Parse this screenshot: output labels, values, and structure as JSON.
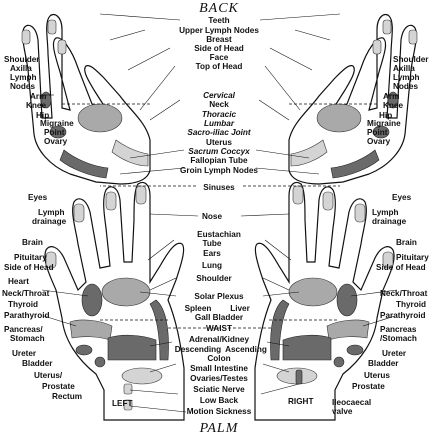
{
  "titles": {
    "back": "BACK",
    "palm": "PALM"
  },
  "back": {
    "center": [
      "Teeth",
      "Upper Lymph Nodes",
      "Breast",
      "Side of Head",
      "Face",
      "Top of Head",
      "Cervical",
      "Neck",
      "Thoracic",
      "Lumbar",
      "Sacro-iliac Joint",
      "Uterus",
      "Sacrum Coccyx",
      "Fallopian Tube",
      "Groin Lymph Nodes"
    ],
    "left": [
      "Shoulder",
      "Axilla",
      "Lymph",
      "Nodes",
      "Arm",
      "Knee",
      "Hip",
      "Migraine",
      "Point",
      "Ovary"
    ],
    "right": [
      "Shoulder",
      "Axilla",
      "Lymph",
      "Nodes",
      "Arm",
      "Knee",
      "Hip",
      "Migraine",
      "Point",
      "Ovary"
    ]
  },
  "palm": {
    "center": [
      "Sinuses",
      "Nose",
      "Eustachian",
      "Tube",
      "Ears",
      "Lung",
      "Shoulder",
      "Solar Plexus",
      "Spleen",
      "Liver",
      "Gall Bladder",
      "WAIST",
      "Adrenal/Kidney",
      "Descending",
      "Ascending",
      "Colon",
      "Small Intestine",
      "Ovaries/Testes",
      "Sciatic Nerve",
      "Low Back",
      "Motion Sickness"
    ],
    "left": [
      "Eyes",
      "Lymph",
      "drainage",
      "Brain",
      "Pituitary",
      "Side of Head",
      "Heart",
      "Neck/Throat",
      "Thyroid",
      "Parathyroid",
      "Pancreas/",
      "Stomach",
      "Ureter",
      "Bladder",
      "Uterus/",
      "Prostate",
      "Rectum"
    ],
    "right": [
      "Eyes",
      "Lymph",
      "drainage",
      "Brain",
      "Pituitary",
      "Side of Head",
      "Neck/Throat",
      "Thyroid",
      "Parathyroid",
      "Pancreas",
      "/Stomach",
      "Ureter",
      "Bladder",
      "Uterus",
      "Prostate",
      "Ileocaecal",
      "valve"
    ],
    "sides": {
      "left": "LEFT",
      "right": "RIGHT"
    }
  },
  "colors": {
    "dark_zone": "#6a6a6a",
    "mid_zone": "#a9a9a9",
    "light_zone": "#d4d4d4",
    "ink": "#111111"
  }
}
